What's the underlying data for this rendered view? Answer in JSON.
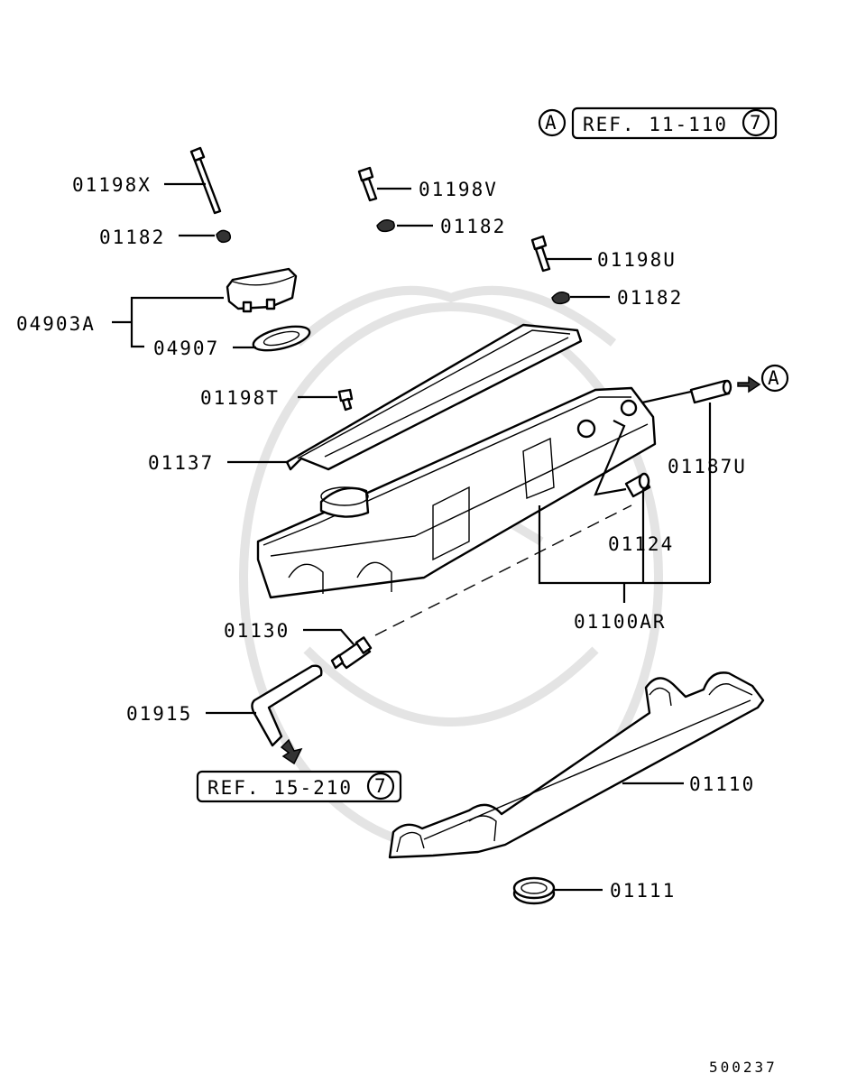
{
  "callouts": {
    "x01198X": "01198X",
    "x01182a": "01182",
    "x01198V": "01198V",
    "x01182b": "01182",
    "x01198U": "01198U",
    "x01182c": "01182",
    "x04903A": "04903A",
    "x04907": "04907",
    "x01198T": "01198T",
    "x01137": "01137",
    "x01187U": "01187U",
    "x01124": "01124",
    "x01100AR": "01100AR",
    "x01130": "01130",
    "x01915": "01915",
    "x01110": "01110",
    "x01111": "01111"
  },
  "refs": {
    "marker": "A",
    "ref1_text": "REF. 11-110",
    "ref1_circle": "7",
    "ref2_text": "REF. 15-210",
    "ref2_circle": "7"
  },
  "diagram_code": "500237"
}
